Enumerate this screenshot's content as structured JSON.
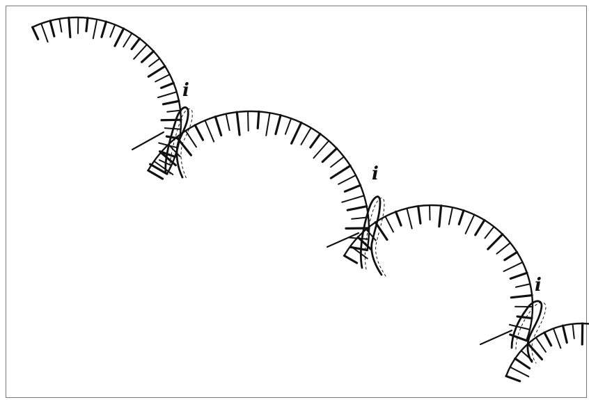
{
  "figure": {
    "labels": [
      "i",
      "i",
      "i"
    ],
    "ink_color": "#111111",
    "background_color": "#ffffff",
    "border_color": "#777777"
  }
}
